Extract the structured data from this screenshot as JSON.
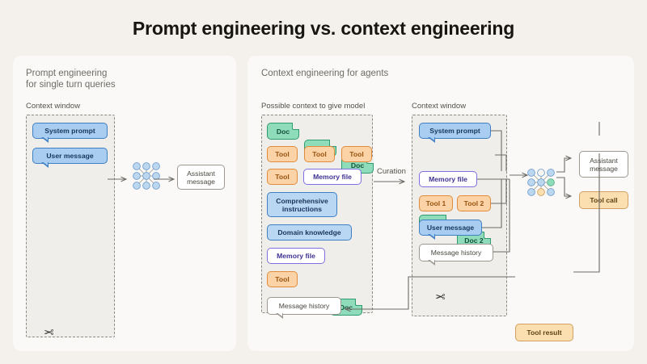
{
  "page": {
    "title": "Prompt engineering vs. context engineering",
    "background": "#f4f1ec",
    "card_background": "#faf9f7"
  },
  "colors": {
    "blue": "#a8cdf0",
    "green": "#8fdcba",
    "orange": "#fbd3a6",
    "purple_border": "#7f6fe0",
    "tan": "#fbdfb0",
    "text_dark": "#16150f",
    "text_muted": "#6f6c66"
  },
  "left_panel": {
    "title": "Prompt engineering\nfor single turn queries",
    "context_window_label": "Context window",
    "items": [
      {
        "label": "System prompt",
        "kind": "bubble-blue"
      },
      {
        "label": "User message",
        "kind": "bubble-blue"
      }
    ],
    "model_icon": "neural-net-icon",
    "output": {
      "label": "Assistant\nmessage",
      "kind": "white-box"
    },
    "trim_icon": "scissors-icon"
  },
  "right_panel": {
    "title": "Context engineering for agents",
    "possible_context_label": "Possible context to give model",
    "context_window_label": "Context window",
    "curation_label": "Curation",
    "possible_context_items": [
      {
        "label": "Doc",
        "kind": "doc"
      },
      {
        "label": "Doc",
        "kind": "doc"
      },
      {
        "label": "Doc",
        "kind": "doc"
      },
      {
        "label": "Tool",
        "kind": "tool"
      },
      {
        "label": "Tool",
        "kind": "tool"
      },
      {
        "label": "Tool",
        "kind": "tool"
      },
      {
        "label": "Tool",
        "kind": "tool"
      },
      {
        "label": "Memory file",
        "kind": "memory"
      },
      {
        "label": "Comprehensive\ninstructions",
        "kind": "instruction"
      },
      {
        "label": "Domain knowledge",
        "kind": "instruction"
      },
      {
        "label": "Memory file",
        "kind": "memory"
      },
      {
        "label": "Doc",
        "kind": "doc"
      },
      {
        "label": "Tool",
        "kind": "tool"
      },
      {
        "label": "Message history",
        "kind": "bubble-white"
      }
    ],
    "context_window_items": [
      {
        "label": "System prompt",
        "kind": "bubble-blue"
      },
      {
        "label": "Doc 1",
        "kind": "doc"
      },
      {
        "label": "Doc 2",
        "kind": "doc"
      },
      {
        "label": "Memory file",
        "kind": "memory"
      },
      {
        "label": "Tool 1",
        "kind": "tool"
      },
      {
        "label": "Tool 2",
        "kind": "tool"
      },
      {
        "label": "User message",
        "kind": "bubble-blue"
      },
      {
        "label": "Message history",
        "kind": "bubble-white"
      }
    ],
    "model_icon": "neural-net-icon",
    "outputs": [
      {
        "label": "Assistant\nmessage",
        "kind": "white-box"
      },
      {
        "label": "Tool call",
        "kind": "tan-box"
      }
    ],
    "feedback": {
      "label": "Tool result",
      "kind": "tan-box"
    },
    "trim_icon": "scissors-icon"
  }
}
